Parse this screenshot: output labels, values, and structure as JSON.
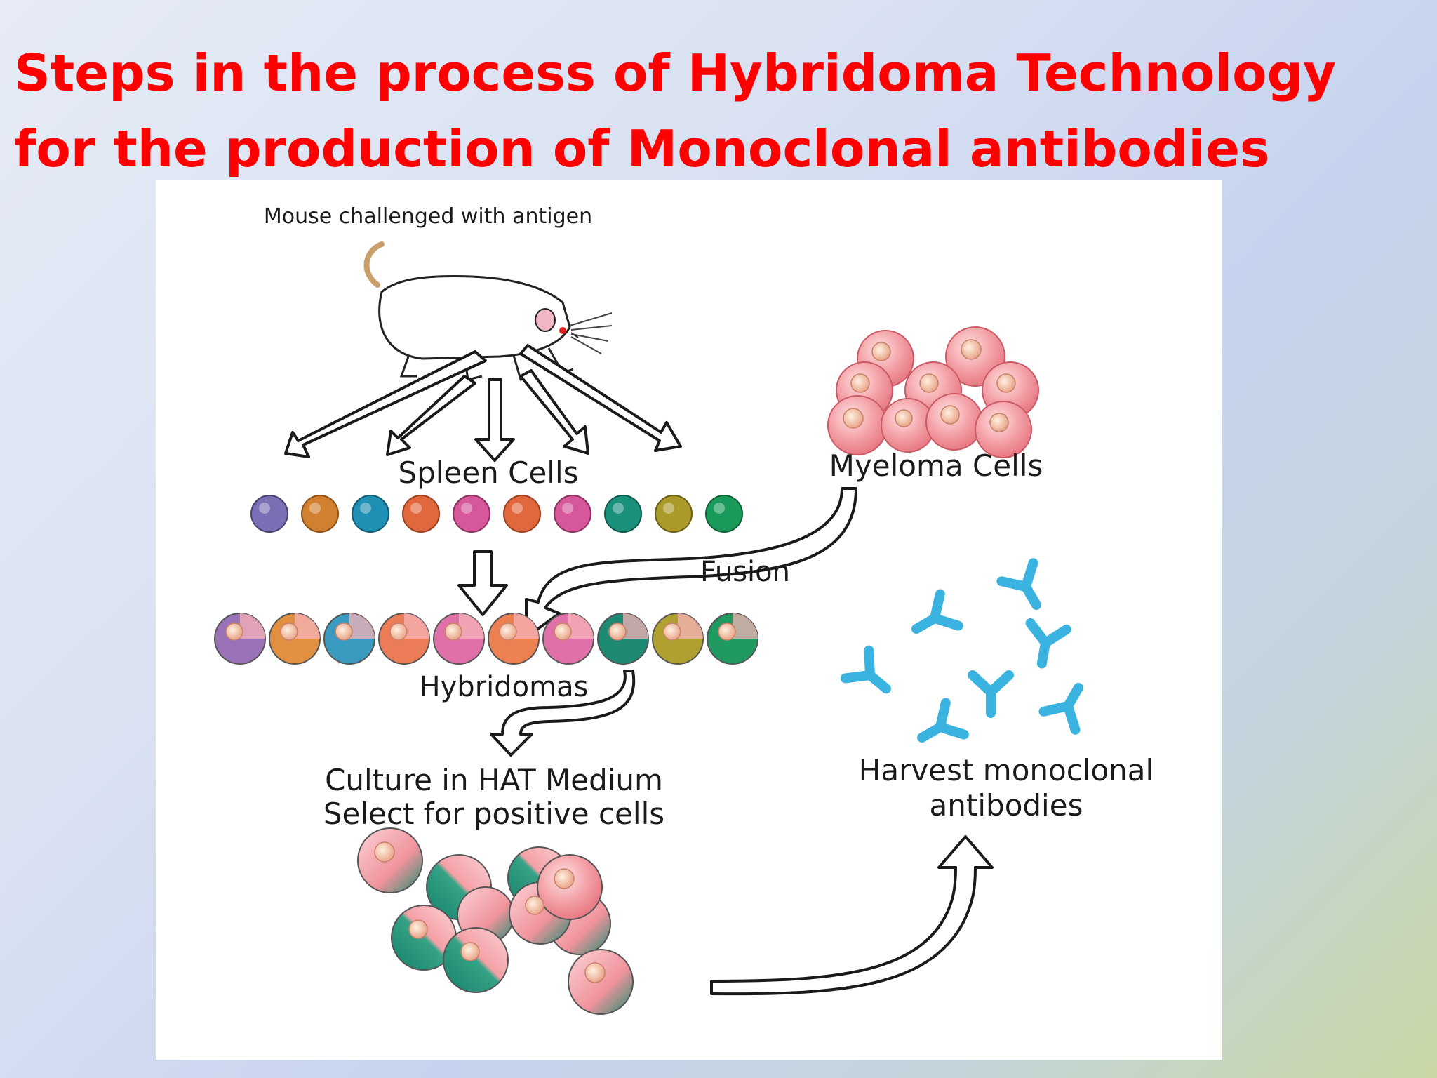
{
  "slide": {
    "title": "Steps in the process of Hybridoma Technology for the production of Monoclonal antibodies"
  },
  "diagram": {
    "labels": {
      "mouse": "Mouse challenged with antigen",
      "spleen": "Spleen Cells",
      "myeloma": "Myeloma Cells",
      "fusion": "Fusion",
      "hybridomas": "Hybridomas",
      "culture_line1": "Culture in HAT Medium",
      "culture_line2": "Select for positive cells",
      "harvest_line1": "Harvest monoclonal",
      "harvest_line2": "antibodies"
    },
    "icons": [
      "mouse-icon",
      "myeloma-cell-icon",
      "spleen-cell-icon",
      "hybridoma-cell-icon",
      "antibody-icon",
      "arrow-icon"
    ],
    "spleen_cell_colors": [
      "#7b6fb5",
      "#d0802e",
      "#1f8fb3",
      "#e0683c",
      "#d6589a",
      "#e0683c",
      "#d6589a",
      "#18907a",
      "#a99a2a",
      "#1a9a5a"
    ],
    "myeloma_color": "#f4a3a8",
    "antibody_color": "#3bb3e0"
  }
}
